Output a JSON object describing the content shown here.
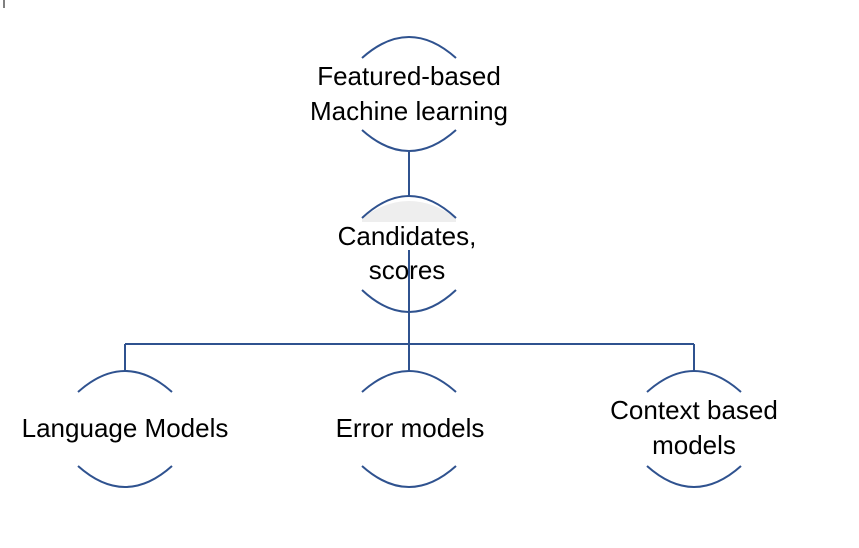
{
  "colors": {
    "background": "#ffffff",
    "stroke": "#2f528f",
    "label": "#000000",
    "highlight": "#eeeeee"
  },
  "nodes": {
    "root": {
      "lines": [
        "Featured-based",
        "Machine learning"
      ]
    },
    "middle": {
      "lines": [
        "Candidates,",
        "scores"
      ]
    },
    "language": {
      "lines": [
        "Language Models"
      ]
    },
    "error": {
      "lines": [
        "Error models"
      ]
    },
    "context": {
      "lines": [
        "Context based",
        "models"
      ]
    }
  }
}
